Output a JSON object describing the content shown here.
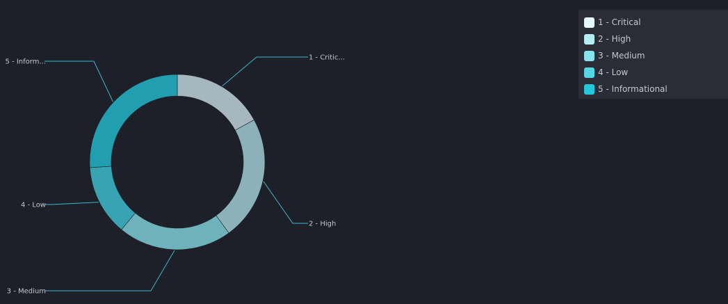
{
  "chart_data": {
    "type": "pie",
    "donut": true,
    "categories": [
      "1 - Critical",
      "2 - High",
      "3 - Medium",
      "4 - Low",
      "5 - Informational"
    ],
    "values": [
      17,
      23,
      21,
      13,
      26
    ],
    "callout_labels": [
      "1 - Critic...",
      "2 - High",
      "3 - Medium",
      "4 - Low",
      "5 - Inform..."
    ],
    "colors": [
      "#a6b7bd",
      "#8db1b9",
      "#6fb2bc",
      "#38a4b3",
      "#219fb0"
    ],
    "legend_colors": [
      "#e6fafd",
      "#b7eef4",
      "#86e2ec",
      "#55d6e4",
      "#22c8dc"
    ],
    "legend_position": "top-right",
    "title": "",
    "xlabel": "",
    "ylabel": ""
  }
}
